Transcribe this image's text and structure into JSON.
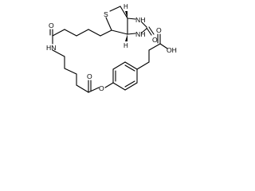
{
  "atoms": {
    "sulfur": "S",
    "nh_top": "NH",
    "nh_bottom": "NH",
    "ring_o": "O",
    "amide_o": "O",
    "amide_hn": "HN",
    "ester_o_carbonyl": "O",
    "ester_o_link": "O",
    "acid_o": "O",
    "acid_oh": "OH",
    "h_top": "H",
    "h_bottom": "H"
  },
  "colors": {
    "ink": "#000000",
    "background": "#ffffff"
  }
}
